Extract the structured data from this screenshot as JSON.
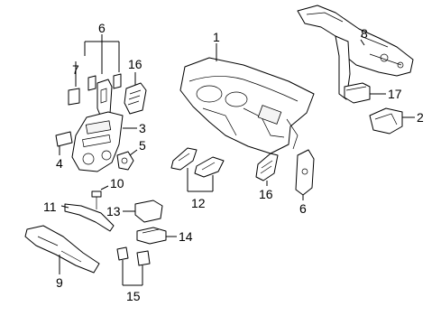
{
  "callouts": {
    "c1": "1",
    "c2": "2",
    "c3": "3",
    "c4": "4",
    "c5": "5",
    "c6_top": "6",
    "c6_bottom": "6",
    "c7": "7",
    "c8": "8",
    "c9": "9",
    "c10": "10",
    "c11": "11",
    "c12": "12",
    "c13": "13",
    "c14": "14",
    "c15": "15",
    "c16_top": "16",
    "c16_bottom": "16",
    "c17": "17"
  }
}
